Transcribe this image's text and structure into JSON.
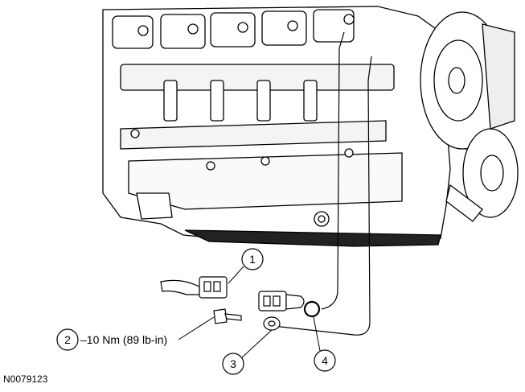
{
  "figure_id": "N0079123",
  "callouts": [
    {
      "number": "1"
    },
    {
      "number": "2",
      "spec": "10 Nm (89 lb-in)"
    },
    {
      "number": "3"
    },
    {
      "number": "4"
    }
  ],
  "colors": {
    "line": "#000000",
    "background": "#ffffff",
    "shade": "#d9d9d9"
  }
}
